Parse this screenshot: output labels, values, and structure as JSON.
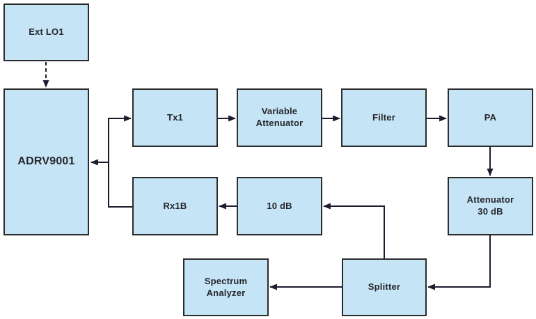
{
  "diagram": {
    "colors": {
      "box_fill": "#c5e5f7",
      "box_border": "#2b2b2b",
      "connector": "#1c1c30",
      "text": "#26262a",
      "background": "#ffffff"
    },
    "nodes": [
      {
        "id": "ext-lo1",
        "label": "Ext LO1"
      },
      {
        "id": "adrv9001",
        "label": "ADRV9001"
      },
      {
        "id": "tx1",
        "label": "Tx1"
      },
      {
        "id": "variable-attenuator",
        "label": "Variable\nAttenuator"
      },
      {
        "id": "filter",
        "label": "Filter"
      },
      {
        "id": "pa",
        "label": "PA"
      },
      {
        "id": "rx1b",
        "label": "Rx1B"
      },
      {
        "id": "10db",
        "label": "10 dB"
      },
      {
        "id": "attenuator-30db",
        "label": "Attenuator\n30 dB"
      },
      {
        "id": "splitter",
        "label": "Splitter"
      },
      {
        "id": "spectrum-analyzer",
        "label": "Spectrum\nAnalyzer"
      }
    ],
    "connections": [
      {
        "from": "ext-lo1",
        "to": "adrv9001",
        "style": "dashed",
        "arrow": true
      },
      {
        "from": "rx1b",
        "to": "adrv9001",
        "style": "solid",
        "arrow": true
      },
      {
        "from": "adrv9001",
        "to": "tx1",
        "style": "solid",
        "arrow": true
      },
      {
        "from": "tx1",
        "to": "variable-attenuator",
        "style": "solid",
        "arrow": true
      },
      {
        "from": "variable-attenuator",
        "to": "filter",
        "style": "solid",
        "arrow": true
      },
      {
        "from": "filter",
        "to": "pa",
        "style": "solid",
        "arrow": true
      },
      {
        "from": "pa",
        "to": "attenuator-30db",
        "style": "solid",
        "arrow": true
      },
      {
        "from": "attenuator-30db",
        "to": "splitter",
        "style": "solid",
        "arrow": true
      },
      {
        "from": "splitter",
        "to": "10db",
        "style": "solid",
        "arrow": true
      },
      {
        "from": "10db",
        "to": "rx1b",
        "style": "solid",
        "arrow": true
      },
      {
        "from": "splitter",
        "to": "spectrum-analyzer",
        "style": "solid",
        "arrow": true
      }
    ]
  }
}
